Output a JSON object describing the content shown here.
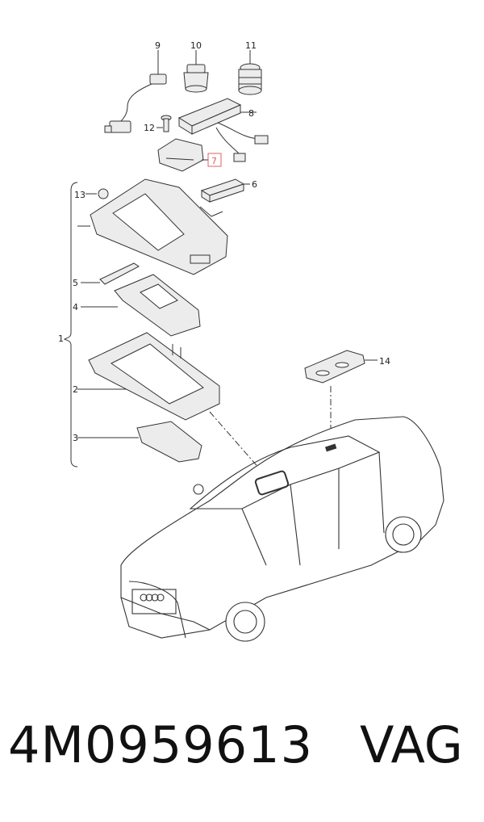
{
  "callouts": {
    "c1": "1",
    "c2": "2",
    "c3": "3",
    "c4": "4",
    "c5": "5",
    "c6": "6",
    "c7": "7",
    "c8": "8",
    "c9": "9",
    "c10": "10",
    "c11": "11",
    "c12": "12",
    "c13": "13",
    "c14": "14"
  },
  "footer": {
    "part_number": "4M0959613",
    "brand": "VAG"
  },
  "colors": {
    "line": "#333333",
    "highlight_box": "#e06060",
    "part_fill": "#ececec"
  }
}
